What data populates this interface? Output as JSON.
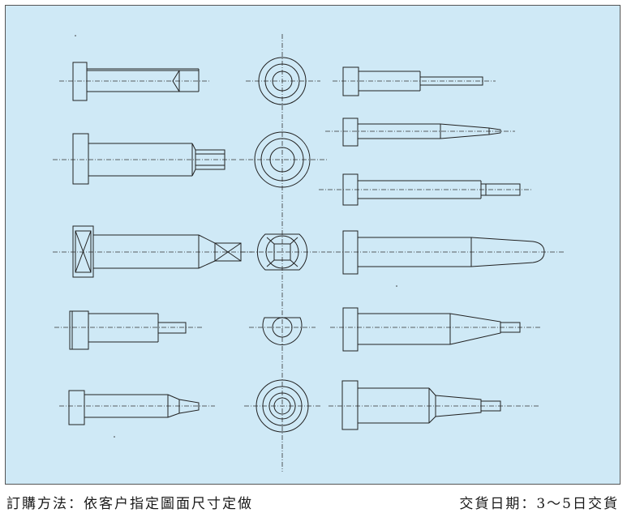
{
  "footer": {
    "order_method": "訂購方法：依客户指定圖面尺寸定做",
    "delivery": "交貨日期：3～5日交貨"
  },
  "colors": {
    "panel_background": "#cfe9f6",
    "line": "#222222",
    "page_background": "#ffffff"
  },
  "parts": {
    "left_column": [
      "punch-cone-tip",
      "punch-stepped",
      "punch-square-head",
      "pin-thick-head",
      "punch-tapered"
    ],
    "middle_column": [
      "end-view-round",
      "end-view-round-large",
      "end-view-square",
      "end-view-flat",
      "end-view-round-double"
    ],
    "right_column": [
      "pin-thin-tip",
      "pin-needle",
      "pin-stepped-small",
      "pin-bullet",
      "pin-tapered-tip",
      "pin-multi-step"
    ]
  }
}
